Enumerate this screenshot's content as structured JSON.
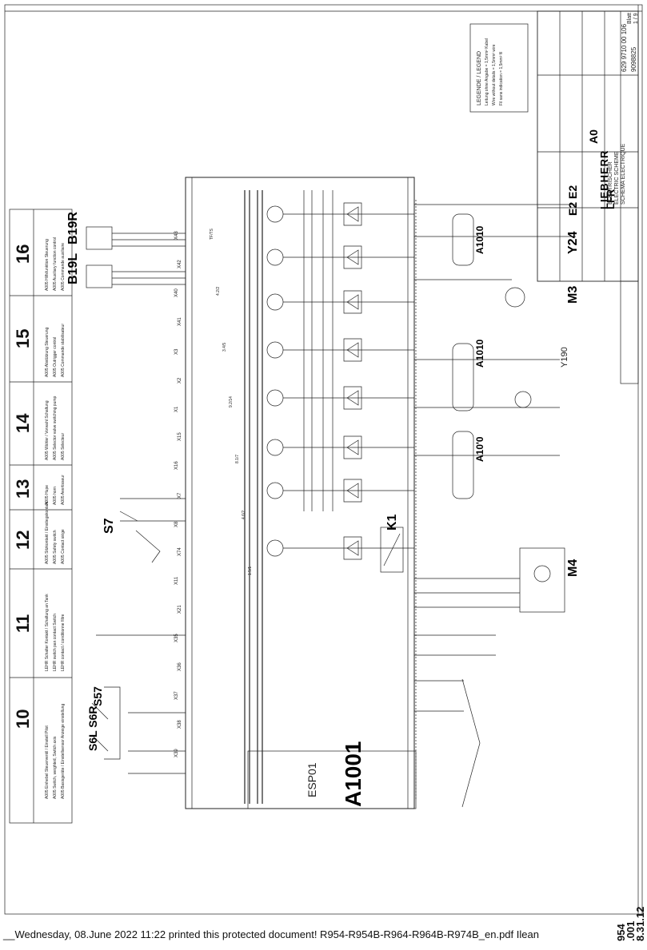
{
  "footer_text": "__Wednesday, 08.June 2022 11:22 printed this protected document! R954-R954B-R964-R964B-R974B_en.pdf Ilean",
  "page_ref": {
    "line1": "954",
    "line2": ".001",
    "line3": "8.31.12"
  },
  "column_numbers": [
    "10",
    "11",
    "12",
    "13",
    "14",
    "15",
    "16"
  ],
  "column_descriptions": [
    [
      "A005 Einhebel Steuerventil / Einstell Pilot",
      "A005 Switch, weighted, Switch axis",
      "A005 Basisgeräte / Einstellsensor Anzeige einstellung"
    ],
    [
      "LEHR Schalter Kontakt / Schaltung an Tank",
      "LEHR switch pan contact Switch",
      "LEHR contact / conditionne filtre"
    ],
    [
      "A005 Sitzkontakt / Einstiegskontakt",
      "A005 Safety switch",
      "A005 Contact siège"
    ],
    [
      "A005 Hupe",
      "A005 horn",
      "A005 Avertisseur"
    ],
    [
      "A005 Wähler / Vorwahl Schaltung",
      "A005 Selector valve switching pump",
      "A005 Sélecteur"
    ],
    [
      "A005 Abstützung Steuerung",
      "A005 Outrigger control",
      "A005 Commande stabilisateur"
    ],
    [
      "A005 Hilfsfunktion Steuerung",
      "A005 Auxiliary function control",
      "A005 Commande auxiliaire"
    ]
  ],
  "components": {
    "main_controller": "A1001",
    "main_controller_sub": "ESP01",
    "relay": "K1",
    "motor": "M4",
    "motor_m3": "M3",
    "solenoid": "Y24",
    "solenoids_y190": "Y190",
    "lamps": "E2 E2",
    "switch_s7": "S7",
    "sensors_top": "B19R",
    "sensors_top2": "B19L",
    "switches_left": "S6L S6R",
    "switch_s57": "S57",
    "module_a1010a": "A1010",
    "module_a1010b": "A1010",
    "module_a1010c": "A10'0"
  },
  "title_block": {
    "company": "LIEBHERR",
    "plant": "LFR",
    "sheet_size": "A0",
    "title_de": "ELEKTRISCHER",
    "title_en": "ELECTRIC SCHEME",
    "title_fr": "SCHEMA ELECTRIQUE",
    "drawing_number": "629 9710 00 106",
    "serial": "9098825",
    "sheet_label": "Blatt",
    "sheet_number": "1 / 9",
    "legend_title": "LEGENDE / LEGEND",
    "legend_lines": [
      "Leitung ohne Angabe = 1,5mm² Kabel",
      "Wire without details = 1,5mm² wire",
      "Fil sans indication = 1,5mm² fil"
    ]
  },
  "connector_tags": [
    "X43",
    "X42",
    "X40",
    "X41",
    "X3",
    "X2",
    "X1",
    "X15",
    "X16",
    "X7",
    "X8",
    "X74",
    "X11",
    "X21",
    "X35",
    "X36",
    "X37",
    "X38",
    "X39"
  ],
  "wire_tags": [
    "TF/TS",
    "4.2/2",
    "3.4/5",
    "9.2/14",
    "8.1/7",
    "4.6/2",
    "1.5/1"
  ]
}
